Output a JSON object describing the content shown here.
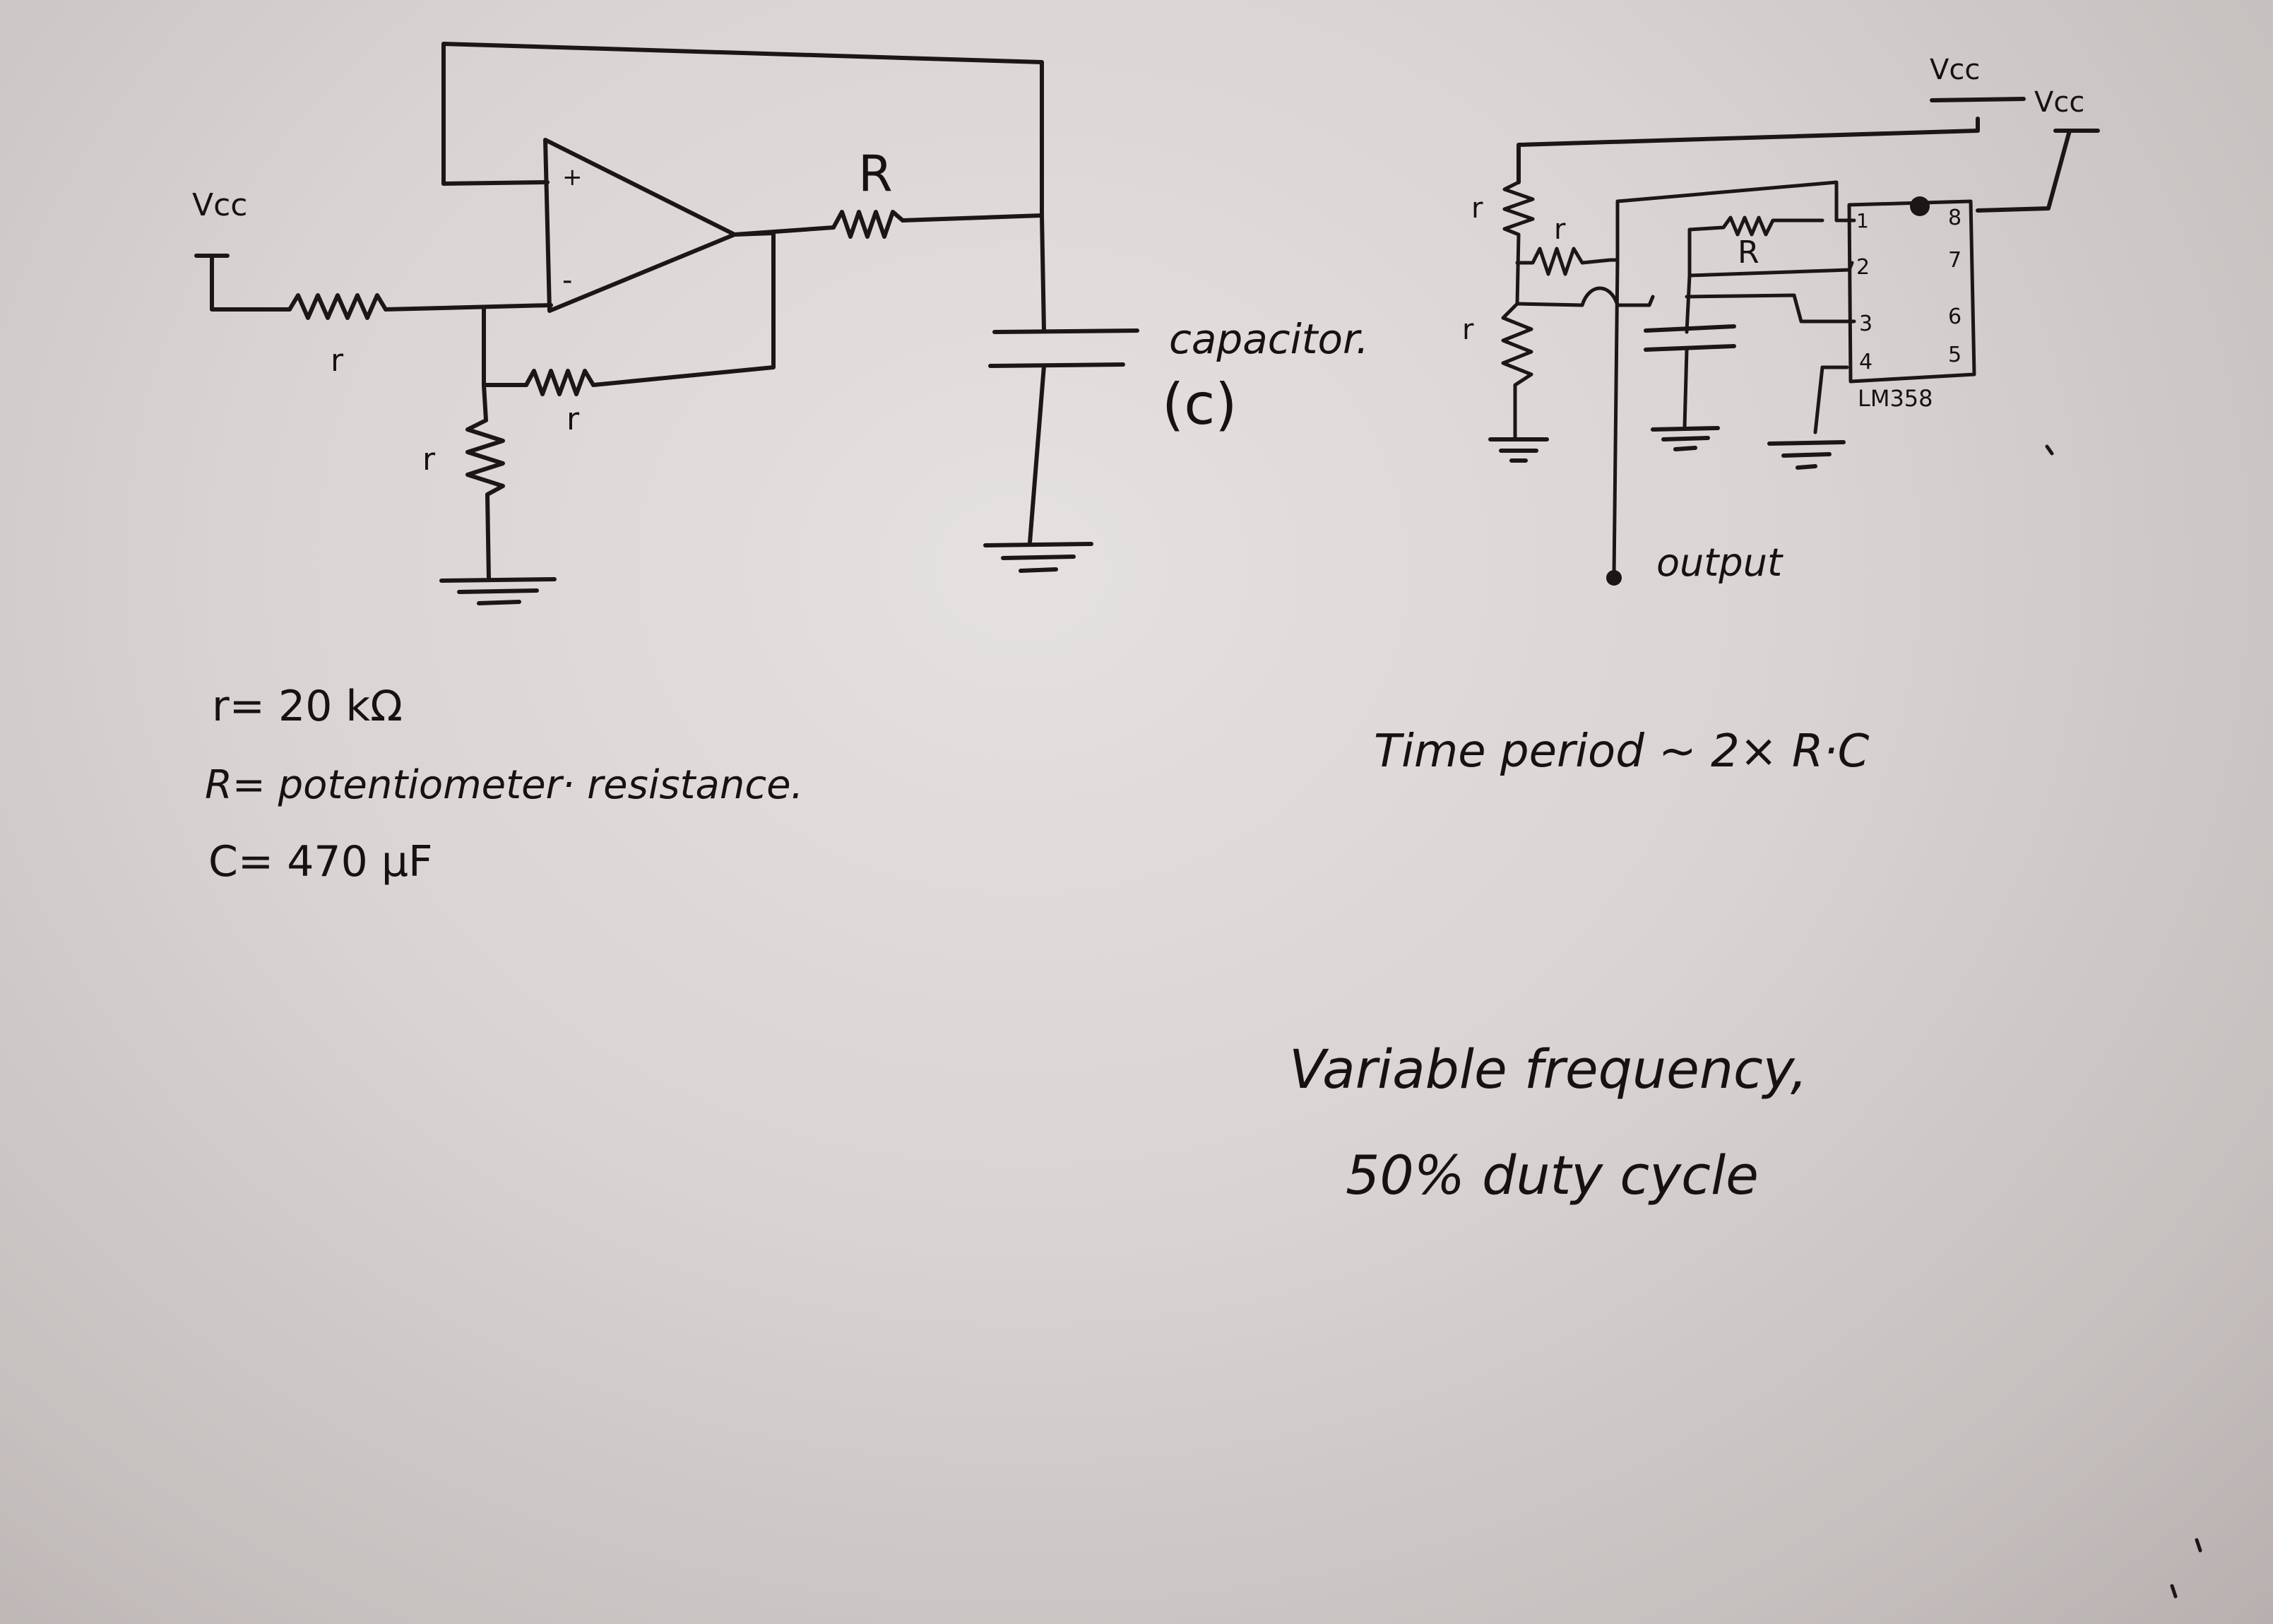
{
  "left_circuit": {
    "vcc": "Vcc",
    "plus": "+",
    "minus": "-",
    "r_input": "r",
    "r_feedback": "r",
    "r_ground": "r",
    "R_label": "R",
    "capacitor_label": "capacitor.",
    "capacitor_symbol": "(c)"
  },
  "right_circuit": {
    "vcc_1": "Vcc",
    "vcc_2": "Vcc",
    "r_top": "r",
    "r_mid": "r",
    "r_bottom": "r",
    "R_label": "R",
    "pins": [
      "1",
      "2",
      "3",
      "4",
      "8",
      "7",
      "6",
      "5"
    ],
    "ic_name": "LM358",
    "output": "output"
  },
  "values": {
    "r_value": "r= 20 kΩ",
    "R_value": "R= potentiometer· resistance.",
    "C_value": "C= 470 μF"
  },
  "notes": {
    "time_period": "Time period ~ 2× R·C",
    "line1": "Variable frequency,",
    "line2": "50% duty cycle"
  }
}
